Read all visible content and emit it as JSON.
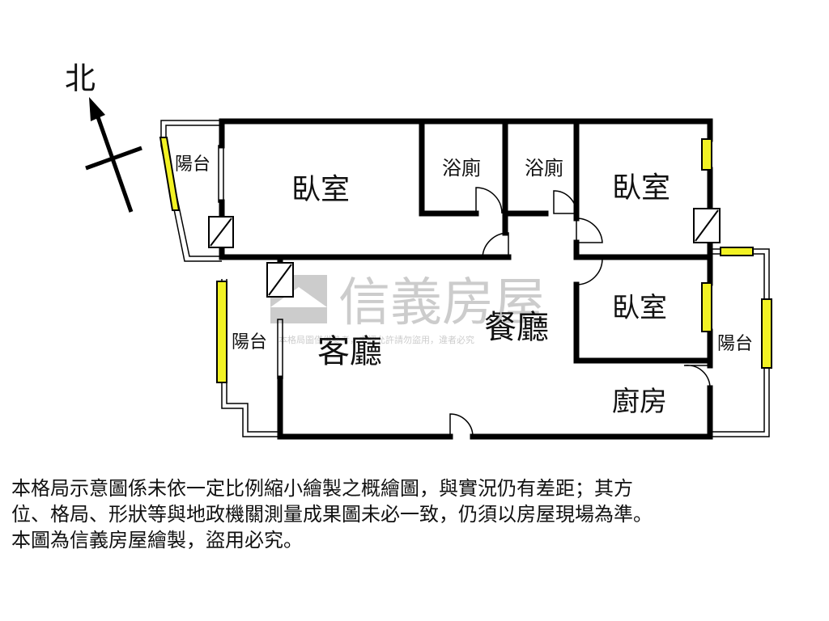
{
  "compass": {
    "label": "北"
  },
  "rooms": {
    "balcony_nw": "陽台",
    "bedroom_main": "臥室",
    "bath_1": "浴廁",
    "bath_2": "浴廁",
    "bedroom_east": "臥室",
    "bedroom_small": "臥室",
    "balcony_w": "陽台",
    "living_room": "客廳",
    "dining_room": "餐廳",
    "balcony_e": "陽台",
    "kitchen": "廚房"
  },
  "watermark": {
    "brand": "信義房屋",
    "notice": "本格局圖僅供參考，未經允許請勿盜用，違者必究"
  },
  "disclaimer": {
    "line1": "本格局示意圖係未依一定比例縮小繪製之概繪圖，與實況仍有差距；其方",
    "line2": "位、格局、形狀等與地政機關測量成果圖未必一致，仍須以房屋現場為準。",
    "line3": "本圖為信義房屋繪製，盜用必究。"
  },
  "colors": {
    "wall": "#000000",
    "window": "#f2f224",
    "text": "#111111",
    "watermark": "#cfcfcf"
  }
}
